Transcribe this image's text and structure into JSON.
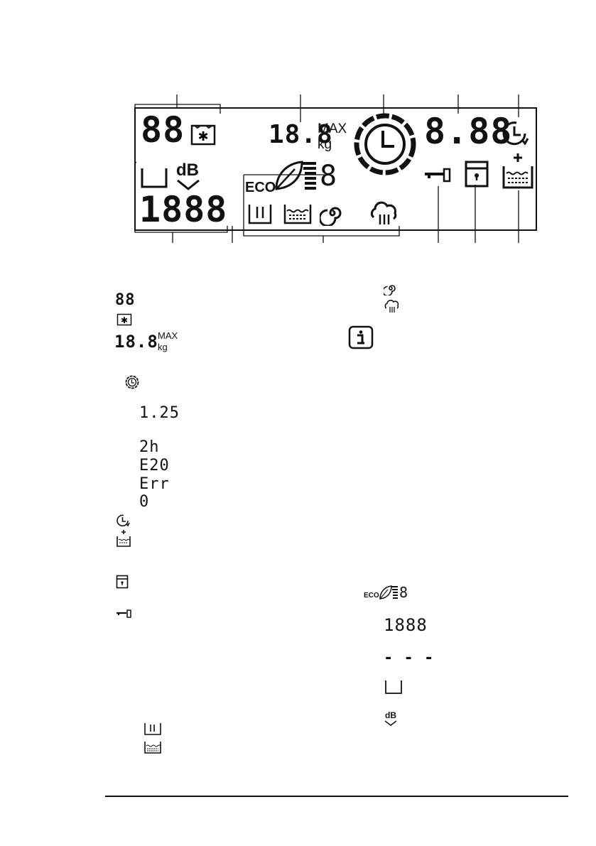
{
  "panel": {
    "two_digit": "88",
    "weight_value": "18.8",
    "max_label": "MAX",
    "kg_label": "kg",
    "time_value": "8.88",
    "db_label": "dB",
    "eco_label": "ECO",
    "eco_digit": "8",
    "count_value": "1888"
  },
  "legend_left": {
    "two_digit": "88",
    "weight_value": "18.8",
    "max_label": "MAX",
    "kg_label": "kg",
    "time_example": "1.25",
    "hours_example": "2h",
    "error_code": "E20",
    "error_text": "Err",
    "zero": "0"
  },
  "legend_right": {
    "eco_label": "ECO",
    "eco_digit": "8",
    "count_value": "1888",
    "dashes": "- - -",
    "db_label": "dB"
  },
  "colors": {
    "ink": "#111111",
    "background": "#ffffff"
  }
}
